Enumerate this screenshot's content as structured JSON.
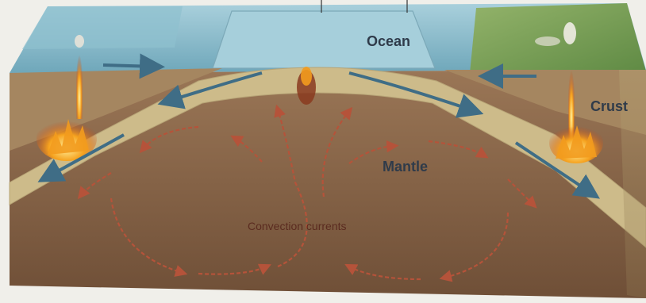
{
  "labels": {
    "ocean": "Ocean",
    "crust": "Crust",
    "mantle": "Mantle",
    "convection": "Convection currents"
  },
  "colors": {
    "ocean_surface": "#9ec9d6",
    "ocean_water": "#7fb6c8",
    "crust_band": "#cdbb8a",
    "mantle": "#8a6648",
    "plate_arrow": "#3f6d86",
    "convection_arrow": "#b5533a",
    "magma": "#f29b1e",
    "land": "#7fa35a"
  },
  "icons": [
    "plate-motion-arrow",
    "convection-arrow",
    "magma-plume-icon",
    "volcano-icon"
  ]
}
